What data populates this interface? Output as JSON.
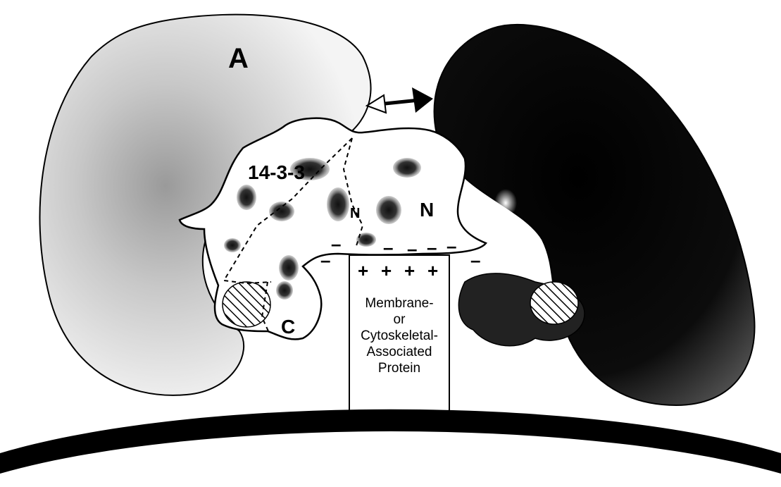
{
  "labels": {
    "panel_a": "A",
    "protein": "14-3-3",
    "n_terminus_small": "N",
    "n_terminus_large": "N",
    "c_terminus": "C"
  },
  "charges": {
    "positive": [
      "+",
      "+",
      "+",
      "+"
    ],
    "negative": [
      "–",
      "–",
      "–",
      "–",
      "–",
      "–",
      "–"
    ]
  },
  "partner_box": {
    "lines": [
      "Membrane-",
      "or",
      "Cytoskeletal-",
      "Associated",
      "Protein"
    ]
  },
  "colors": {
    "ink": "#000000",
    "background": "#ffffff",
    "light_lobe": "#bdbdbd",
    "dark_lobe": "#0a0a0a"
  }
}
